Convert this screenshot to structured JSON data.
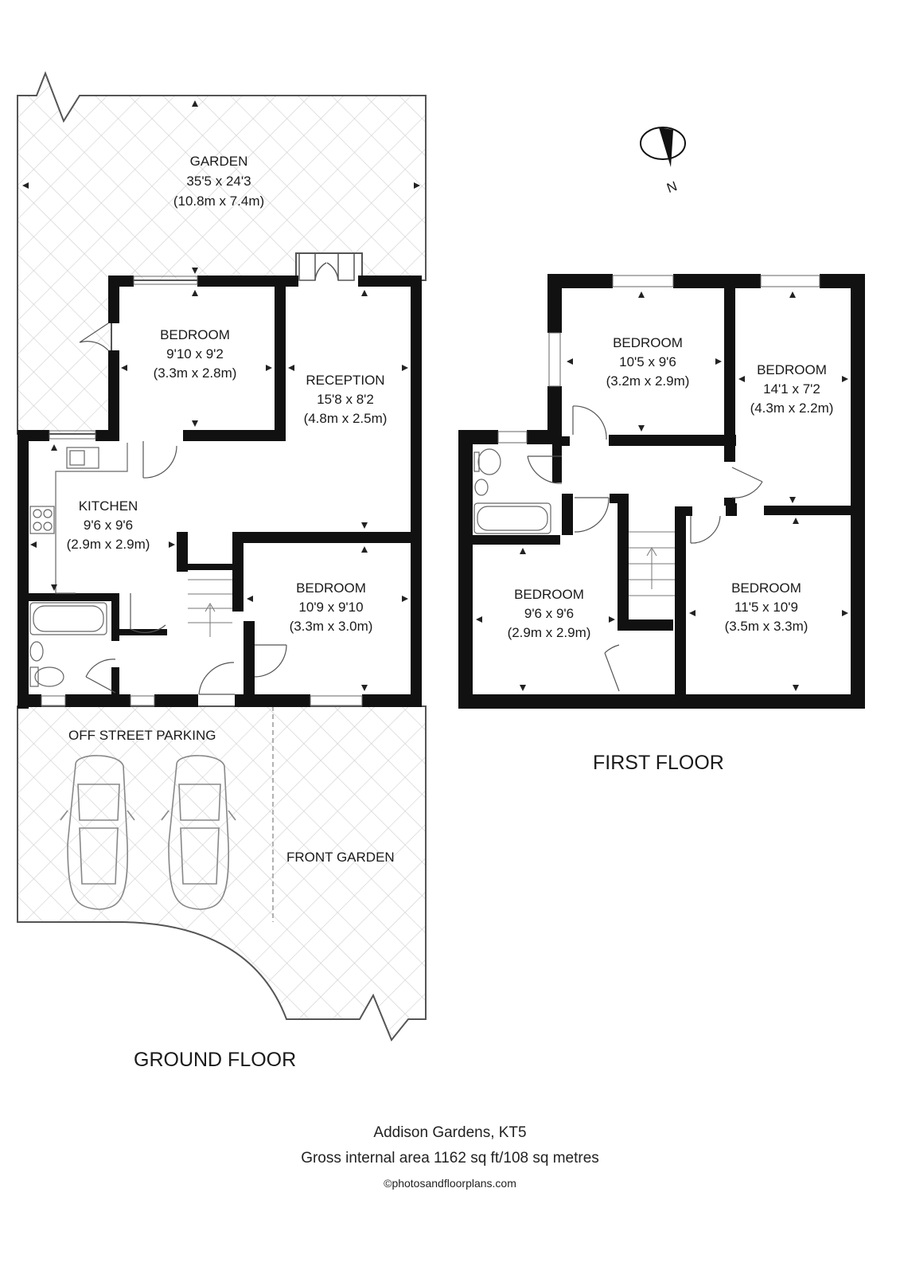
{
  "ground_floor": {
    "title": "GROUND FLOOR",
    "rooms": {
      "garden": {
        "name": "GARDEN",
        "dim_imperial": "35'5 x 24'3",
        "dim_metric": "(10.8m x 7.4m)"
      },
      "bedroom_rear": {
        "name": "BEDROOM",
        "dim_imperial": "9'10 x 9'2",
        "dim_metric": "(3.3m x 2.8m)"
      },
      "reception": {
        "name": "RECEPTION",
        "dim_imperial": "15'8 x 8'2",
        "dim_metric": "(4.8m x 2.5m)"
      },
      "kitchen": {
        "name": "KITCHEN",
        "dim_imperial": "9'6 x 9'6",
        "dim_metric": "(2.9m x 2.9m)"
      },
      "bedroom_front": {
        "name": "BEDROOM",
        "dim_imperial": "10'9 x 9'10",
        "dim_metric": "(3.3m x 3.0m)"
      },
      "parking": {
        "name": "OFF STREET PARKING"
      },
      "front_garden": {
        "name": "FRONT GARDEN"
      }
    }
  },
  "first_floor": {
    "title": "FIRST FLOOR",
    "rooms": {
      "bedroom_1": {
        "name": "BEDROOM",
        "dim_imperial": "10'5 x 9'6",
        "dim_metric": "(3.2m x 2.9m)"
      },
      "bedroom_2": {
        "name": "BEDROOM",
        "dim_imperial": "14'1 x 7'2",
        "dim_metric": "(4.3m x 2.2m)"
      },
      "bedroom_3": {
        "name": "BEDROOM",
        "dim_imperial": "9'6 x 9'6",
        "dim_metric": "(2.9m x 2.9m)"
      },
      "bedroom_4": {
        "name": "BEDROOM",
        "dim_imperial": "11'5 x 10'9",
        "dim_metric": "(3.5m x 3.3m)"
      }
    }
  },
  "compass": {
    "label": "N"
  },
  "footer": {
    "address": "Addison Gardens, KT5",
    "area": "Gross internal area 1162 sq ft/108 sq metres",
    "copyright": "photosandfloorplans.com"
  },
  "colors": {
    "wall": "#111111",
    "line": "#555555",
    "hatch": "#cfcfcf"
  }
}
